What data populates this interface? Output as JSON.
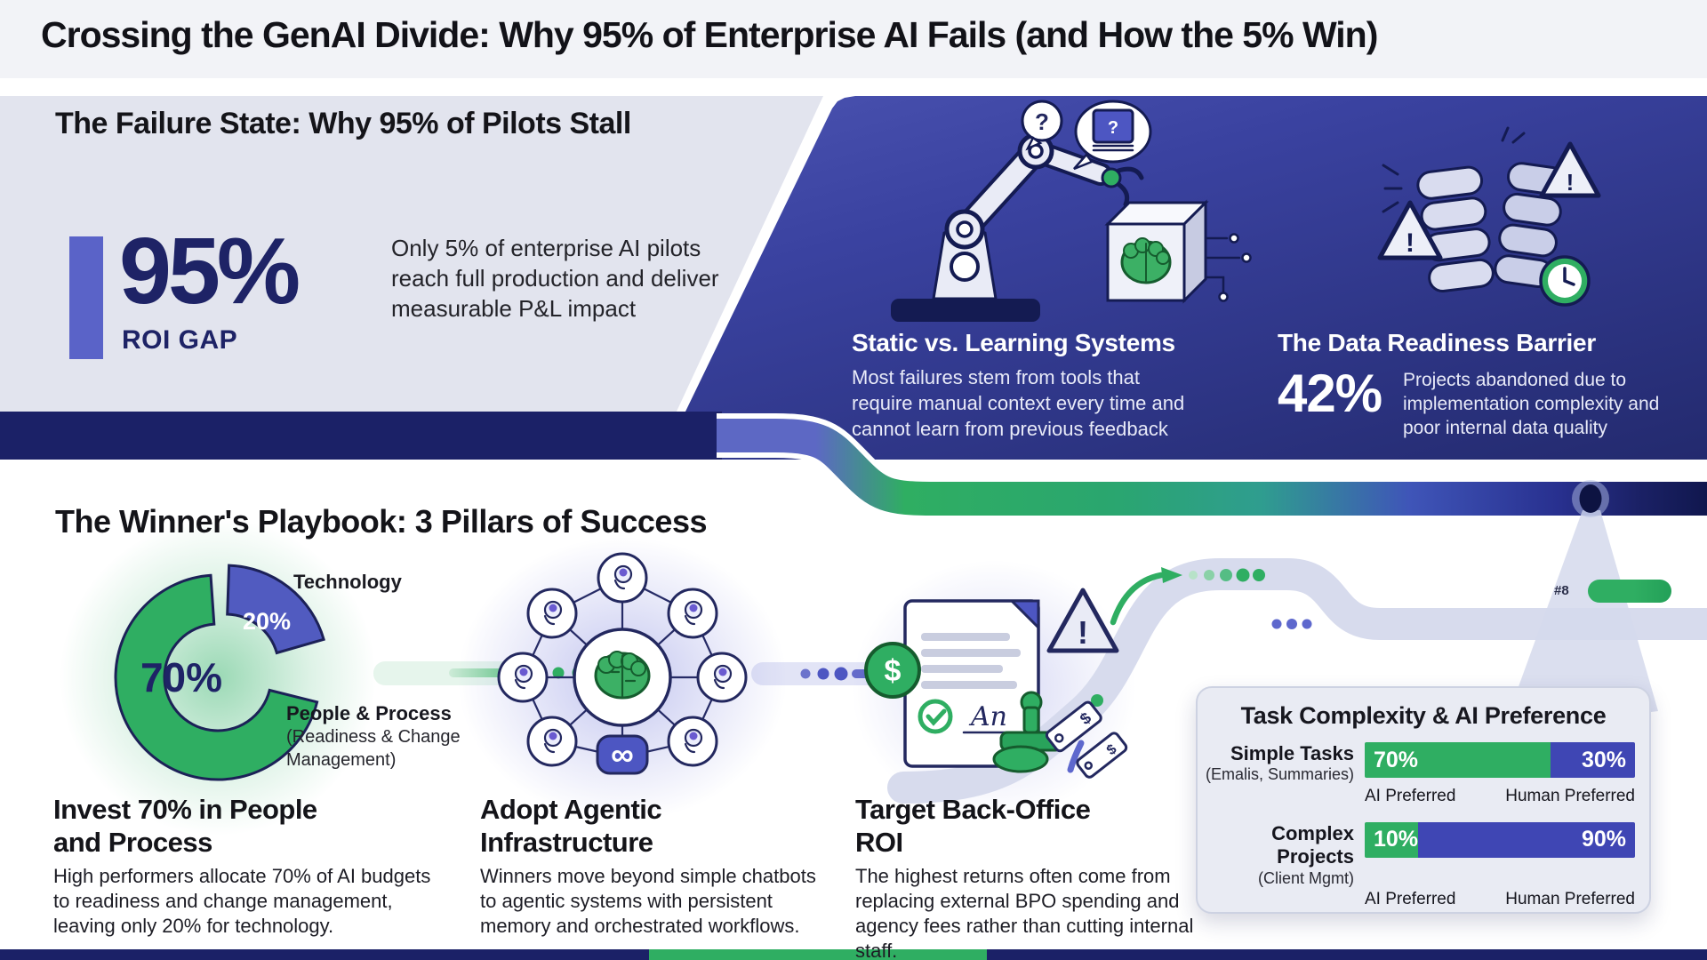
{
  "title": "Crossing the GenAI Divide: Why 95% of Enterprise AI Fails (and How the 5% Win)",
  "failure": {
    "heading": "The Failure State: Why 95% of Pilots Stall",
    "stat_value": "95%",
    "stat_label": "ROI GAP",
    "stat_desc": "Only 5% of enterprise AI pilots reach full production and deliver measurable P&L impact",
    "static_card": {
      "heading": "Static vs. Learning Systems",
      "body": "Most failures stem from tools that require manual context every time and cannot learn from previous feedback"
    },
    "data_card": {
      "heading": "The Data Readiness Barrier",
      "value": "42%",
      "body": "Projects abandoned due to implementation complexity and poor internal data quality"
    }
  },
  "playbook": {
    "heading": "The Winner's Playbook: 3 Pillars of Success",
    "donut": {
      "center_value": "70%",
      "slice_value": "20%",
      "label_top": "Technology",
      "label_bottom_bold": "People & Process",
      "label_bottom_sub": "(Readiness & Change Management)"
    },
    "pillars": [
      {
        "heading": "Invest 70% in People and Process",
        "body": "High performers allocate 70% of AI budgets to readiness and change management, leaving only 20% for technology."
      },
      {
        "heading": "Adopt Agentic Infrastructure",
        "body": "Winners move beyond simple chatbots to agentic systems with persistent memory and orchestrated workflows."
      },
      {
        "heading": "Target Back-Office ROI",
        "body": "The highest returns often come from replacing external BPO spending and agency fees rather than cutting internal staff."
      }
    ],
    "flow_tag": "#8"
  },
  "task_card": {
    "title": "Task Complexity & AI Preference",
    "left_caption": "AI Preferred",
    "right_caption": "Human Preferred",
    "rows": [
      {
        "label": "Simple Tasks",
        "sublabel": "(Emalis, Summaries)",
        "ai_value": "70%",
        "human_value": "30%",
        "ai_pct": 70,
        "human_pct": 30,
        "ai_bar_width": "70%",
        "human_bar_width": "30%"
      },
      {
        "label": "Complex Projects",
        "sublabel": "(Client Mgmt)",
        "ai_value": "10%",
        "human_value": "90%",
        "ai_pct": 10,
        "human_pct": 90,
        "ai_bar_width": "17%",
        "human_bar_width": "83%"
      }
    ]
  },
  "icons": {
    "question_mark": "?",
    "exclamation": "!",
    "dollar": "$",
    "infinity": "∞",
    "signature": "An"
  },
  "colors": {
    "navy": "#1b2167",
    "panel_indigo": "#3a42a0",
    "accent_purple": "#5a63c8",
    "bar_purple": "#3f46b4",
    "green": "#2fae62",
    "stat_navy": "#1e2366",
    "light_panel": "#e2e4ee",
    "card_bg": "#e9ebf3"
  },
  "chart_data": [
    {
      "type": "pie",
      "title": "AI budget allocation (Winner's Playbook donut)",
      "labels": [
        "People & Process (Readiness & Change Management)",
        "Technology"
      ],
      "values": [
        70,
        20
      ],
      "colors": [
        "#2fae62",
        "#515bc0"
      ],
      "center_label": "70%",
      "note": "Donut with exploded 20% Technology slice; ~10% of ring left as open gap"
    },
    {
      "type": "bar",
      "title": "Task Complexity & AI Preference",
      "orientation": "horizontal-stacked",
      "unit": "%",
      "categories": [
        "Simple Tasks (Emalis, Summaries)",
        "Complex Projects (Client Mgmt)"
      ],
      "series": [
        {
          "name": "AI Preferred",
          "values": [
            70,
            10
          ],
          "color": "#2fae62"
        },
        {
          "name": "Human Preferred",
          "values": [
            30,
            90
          ],
          "color": "#3f46b4"
        }
      ]
    }
  ]
}
